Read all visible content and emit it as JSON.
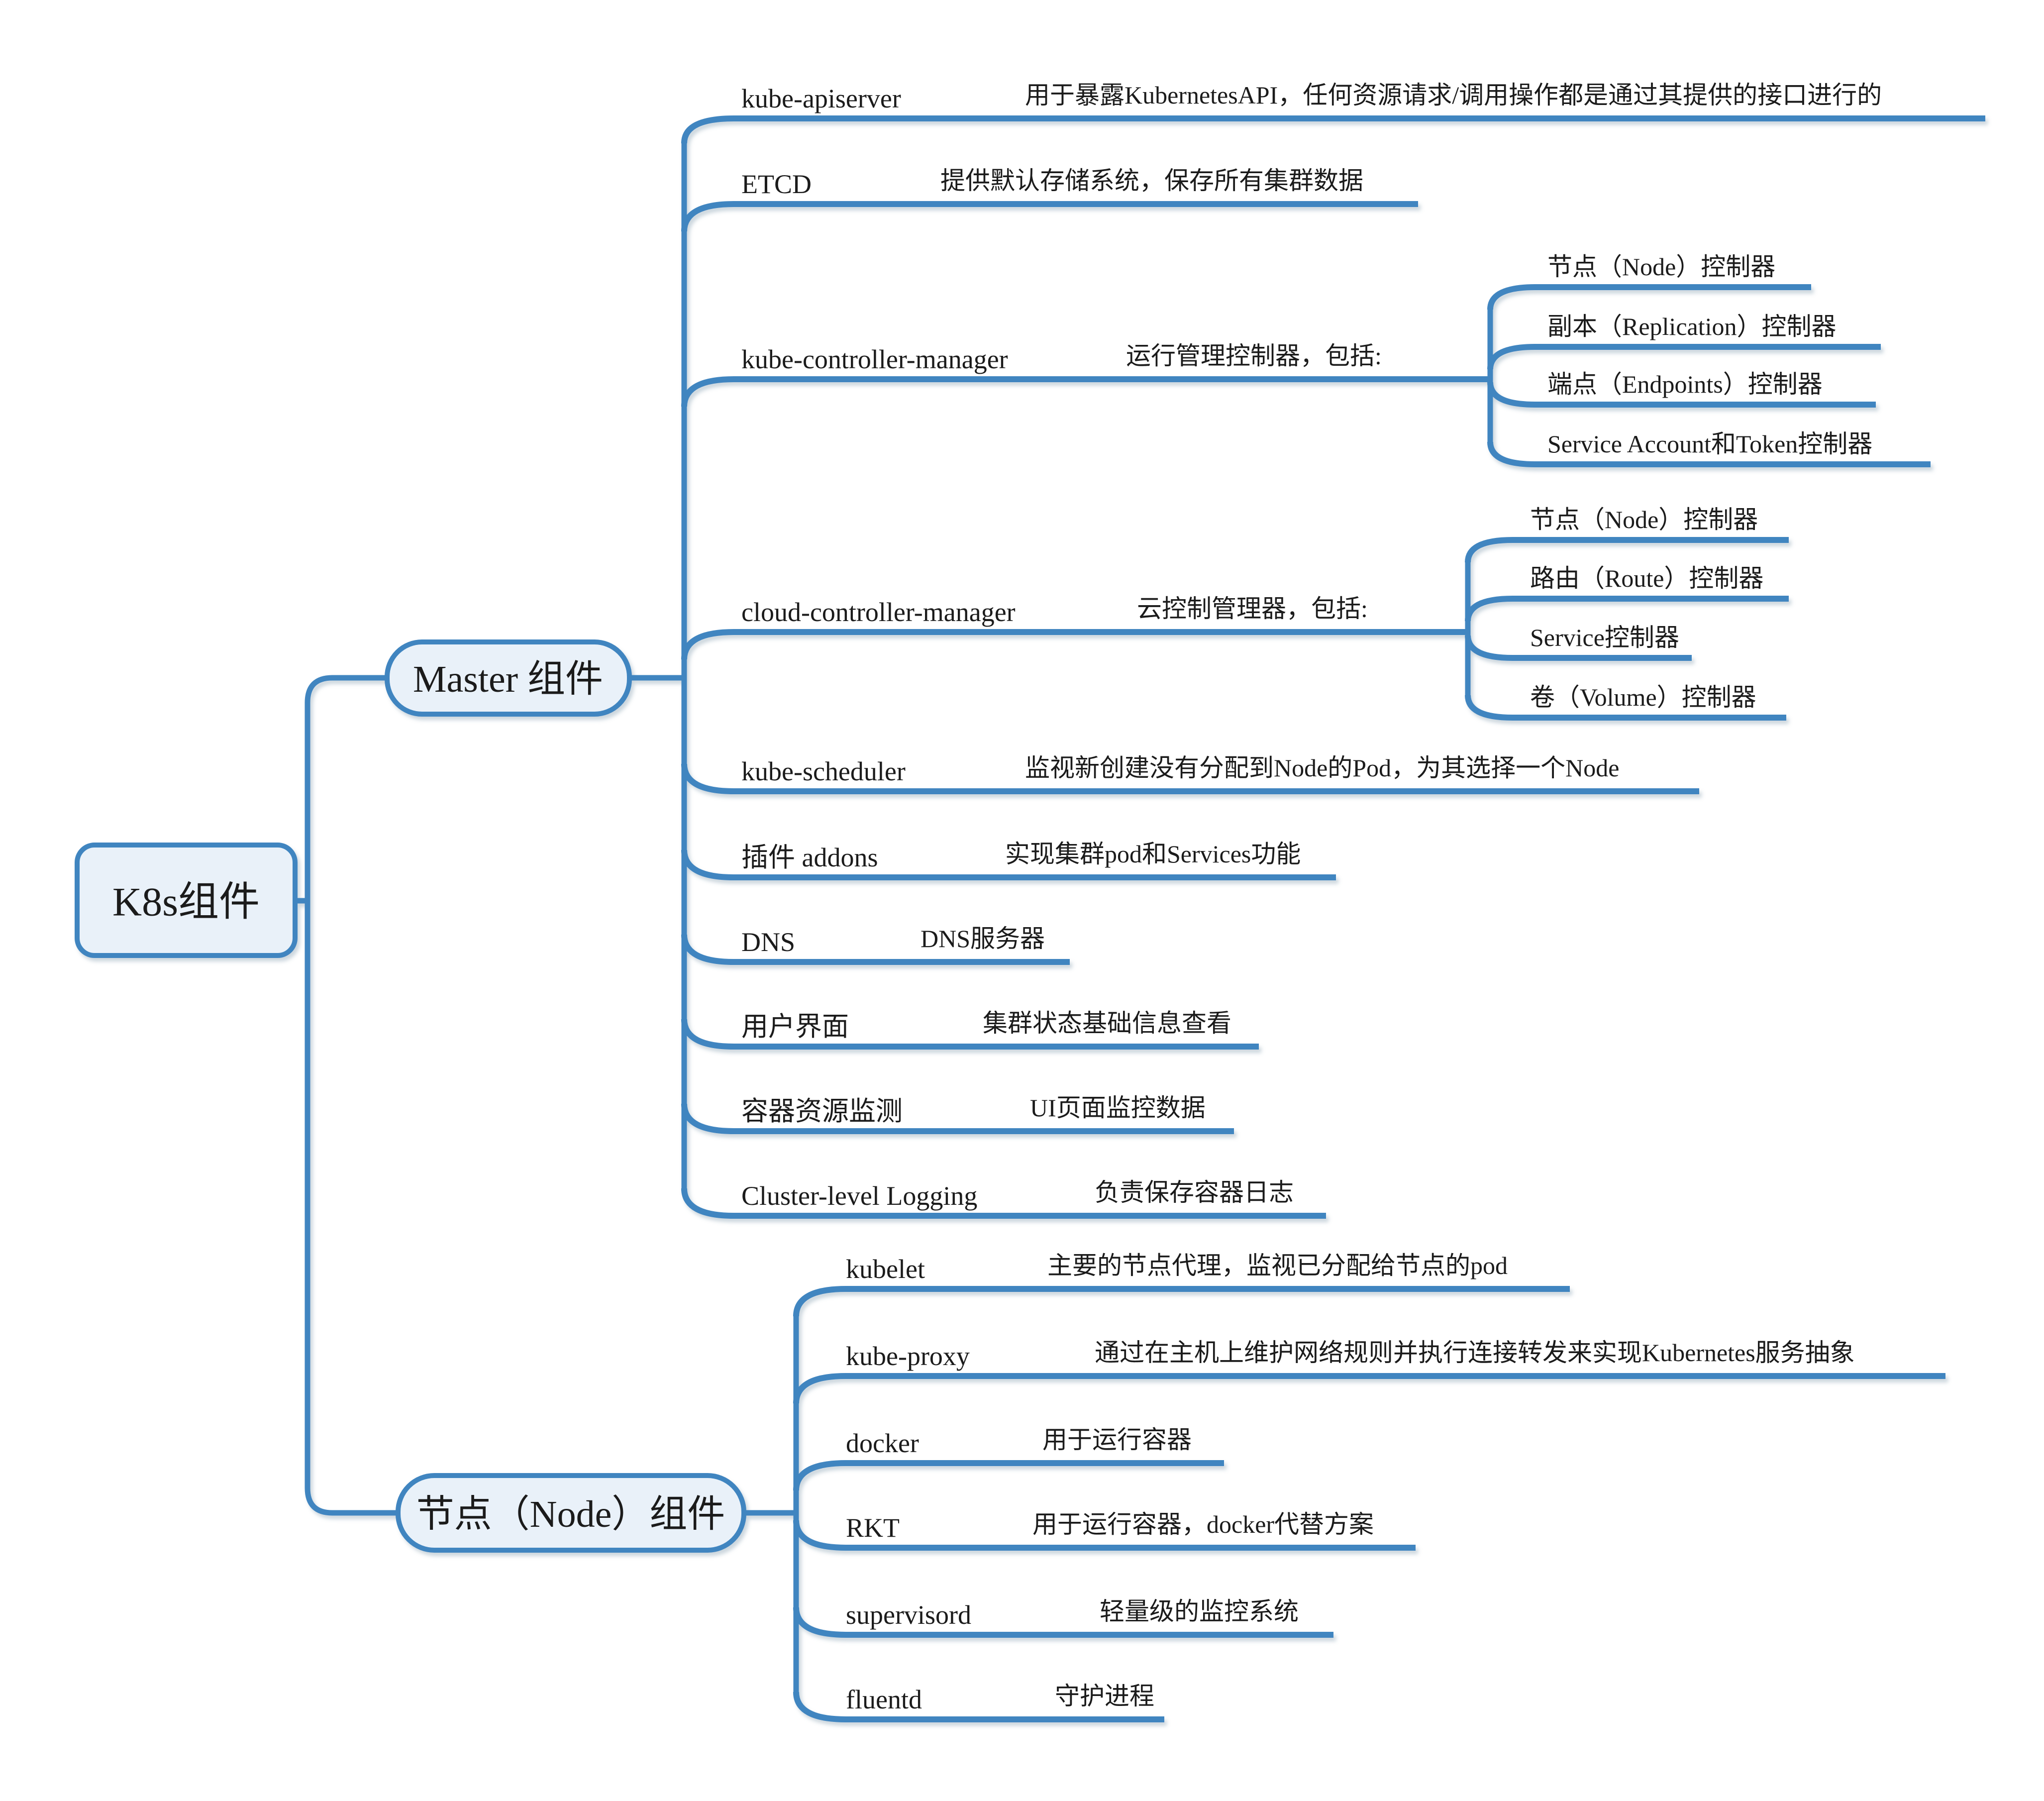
{
  "colors": {
    "line": "#3f85c0",
    "box_fill": "#e9f1f9",
    "box_border": "#3f85c0",
    "text": "#1b1b1b",
    "background": "#ffffff"
  },
  "root": {
    "label": "K8s组件"
  },
  "master": {
    "label": "Master 组件",
    "children": [
      {
        "label": "kube-apiserver",
        "desc": "用于暴露KubernetesAPI，任何资源请求/调用操作都是通过其提供的接口进行的"
      },
      {
        "label": "ETCD",
        "desc": "提供默认存储系统，保存所有集群数据"
      },
      {
        "label": "kube-controller-manager",
        "desc": "运行管理控制器，包括:",
        "children": [
          {
            "label": "节点（Node）控制器"
          },
          {
            "label": "副本（Replication）控制器"
          },
          {
            "label": "端点（Endpoints）控制器"
          },
          {
            "label": "Service Account和Token控制器"
          }
        ]
      },
      {
        "label": "cloud-controller-manager",
        "desc": "云控制管理器，包括:",
        "children": [
          {
            "label": "节点（Node）控制器"
          },
          {
            "label": "路由（Route）控制器"
          },
          {
            "label": "Service控制器"
          },
          {
            "label": "卷（Volume）控制器"
          }
        ]
      },
      {
        "label": "kube-scheduler",
        "desc": "监视新创建没有分配到Node的Pod，为其选择一个Node"
      },
      {
        "label": "插件 addons",
        "desc": "实现集群pod和Services功能"
      },
      {
        "label": "DNS",
        "desc": "DNS服务器"
      },
      {
        "label": "用户界面",
        "desc": "集群状态基础信息查看"
      },
      {
        "label": "容器资源监测",
        "desc": "UI页面监控数据"
      },
      {
        "label": "Cluster-level Logging",
        "desc": "负责保存容器日志"
      }
    ]
  },
  "node": {
    "label": "节点（Node）组件",
    "children": [
      {
        "label": "kubelet",
        "desc": "主要的节点代理，监视已分配给节点的pod"
      },
      {
        "label": "kube-proxy",
        "desc": "通过在主机上维护网络规则并执行连接转发来实现Kubernetes服务抽象"
      },
      {
        "label": "docker",
        "desc": "用于运行容器"
      },
      {
        "label": "RKT",
        "desc": "用于运行容器，docker代替方案"
      },
      {
        "label": "supervisord",
        "desc": "轻量级的监控系统"
      },
      {
        "label": "fluentd",
        "desc": "守护进程"
      }
    ]
  }
}
